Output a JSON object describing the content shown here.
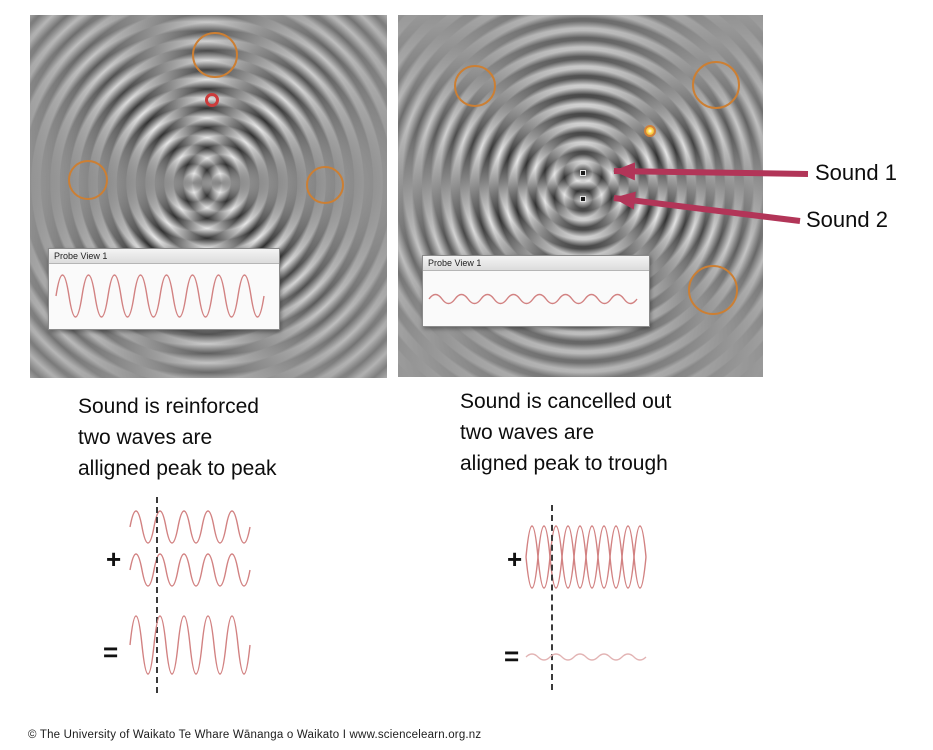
{
  "simulation": {
    "left_panel": {
      "probe_title": "Probe View 1",
      "caption_lines": [
        "Sound is reinforced",
        "two waves are",
        "alligned peak to peak"
      ]
    },
    "right_panel": {
      "probe_title": "Probe View 1",
      "caption_lines": [
        "Sound is cancelled out",
        "two waves are",
        "aligned peak to trough"
      ]
    }
  },
  "labels": {
    "sound1": "Sound 1",
    "sound2": "Sound 2",
    "plus": "+",
    "equals": "="
  },
  "footer": {
    "copyright": "© The University of Waikato Te Whare Wānanga o Waikato I www.sciencelearn.org.nz"
  },
  "colors": {
    "wave_stroke": "#d28282",
    "result_faint_stroke": "#e2b3b3",
    "arrow": "#b23558",
    "annotation_orange": "#cc7f33",
    "annotation_red": "#cc3b3b"
  }
}
